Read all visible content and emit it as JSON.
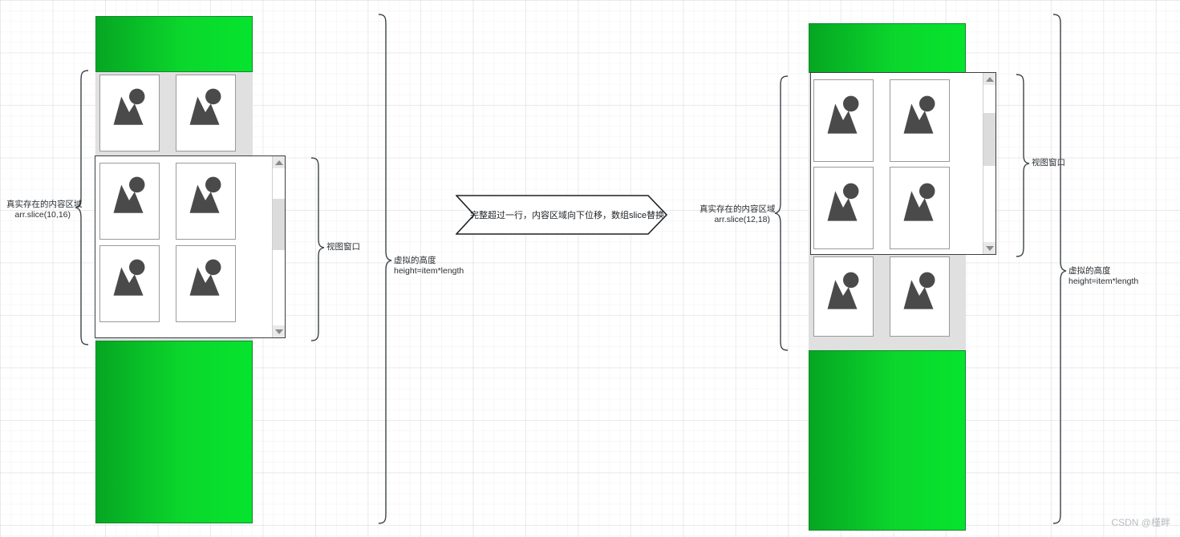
{
  "diagram": {
    "title": "virtual-list-scroll-diagram",
    "watermark": "CSDN @槿畔",
    "colors": {
      "green_dark": "#06a622",
      "green_light": "#06e42e",
      "content_strip": "#e0e0e0",
      "viewport_border": "#3b3f43",
      "card_border": "#9a9a9a",
      "icon_fill": "#4a4a4a",
      "label_text": "#2b2f33",
      "watermark_text": "#b8bcc0"
    }
  },
  "left_panel": {
    "content_label": {
      "line1": "真实存在的内容区域",
      "line2": "arr.slice(10,16)"
    },
    "viewport_label": "视图窗口",
    "virtual_height_label": {
      "line1": "虚拟的高度",
      "line2": "height=item*length"
    },
    "cards": [
      {
        "name": "image-card",
        "icon": "image-placeholder-icon"
      },
      {
        "name": "image-card",
        "icon": "image-placeholder-icon"
      },
      {
        "name": "image-card",
        "icon": "image-placeholder-icon"
      },
      {
        "name": "image-card",
        "icon": "image-placeholder-icon"
      },
      {
        "name": "image-card",
        "icon": "image-placeholder-icon"
      },
      {
        "name": "image-card",
        "icon": "image-placeholder-icon"
      }
    ]
  },
  "right_panel": {
    "content_label": {
      "line1": "真实存在的内容区域",
      "line2": "arr.slice(12,18)"
    },
    "viewport_label": "视图窗口",
    "virtual_height_label": {
      "line1": "虚拟的高度",
      "line2": "height=item*length"
    },
    "cards": [
      {
        "name": "image-card",
        "icon": "image-placeholder-icon"
      },
      {
        "name": "image-card",
        "icon": "image-placeholder-icon"
      },
      {
        "name": "image-card",
        "icon": "image-placeholder-icon"
      },
      {
        "name": "image-card",
        "icon": "image-placeholder-icon"
      },
      {
        "name": "image-card",
        "icon": "image-placeholder-icon"
      },
      {
        "name": "image-card",
        "icon": "image-placeholder-icon"
      }
    ]
  },
  "transition_banner": {
    "text": "完整超过一行，内容区域向下位移，数组slice替换",
    "direction": "right"
  },
  "scrollbars": {
    "left": {
      "up_arrow": "scroll-up-arrow-icon",
      "down_arrow": "scroll-down-arrow-icon"
    },
    "right": {
      "up_arrow": "scroll-up-arrow-icon",
      "down_arrow": "scroll-down-arrow-icon"
    }
  }
}
